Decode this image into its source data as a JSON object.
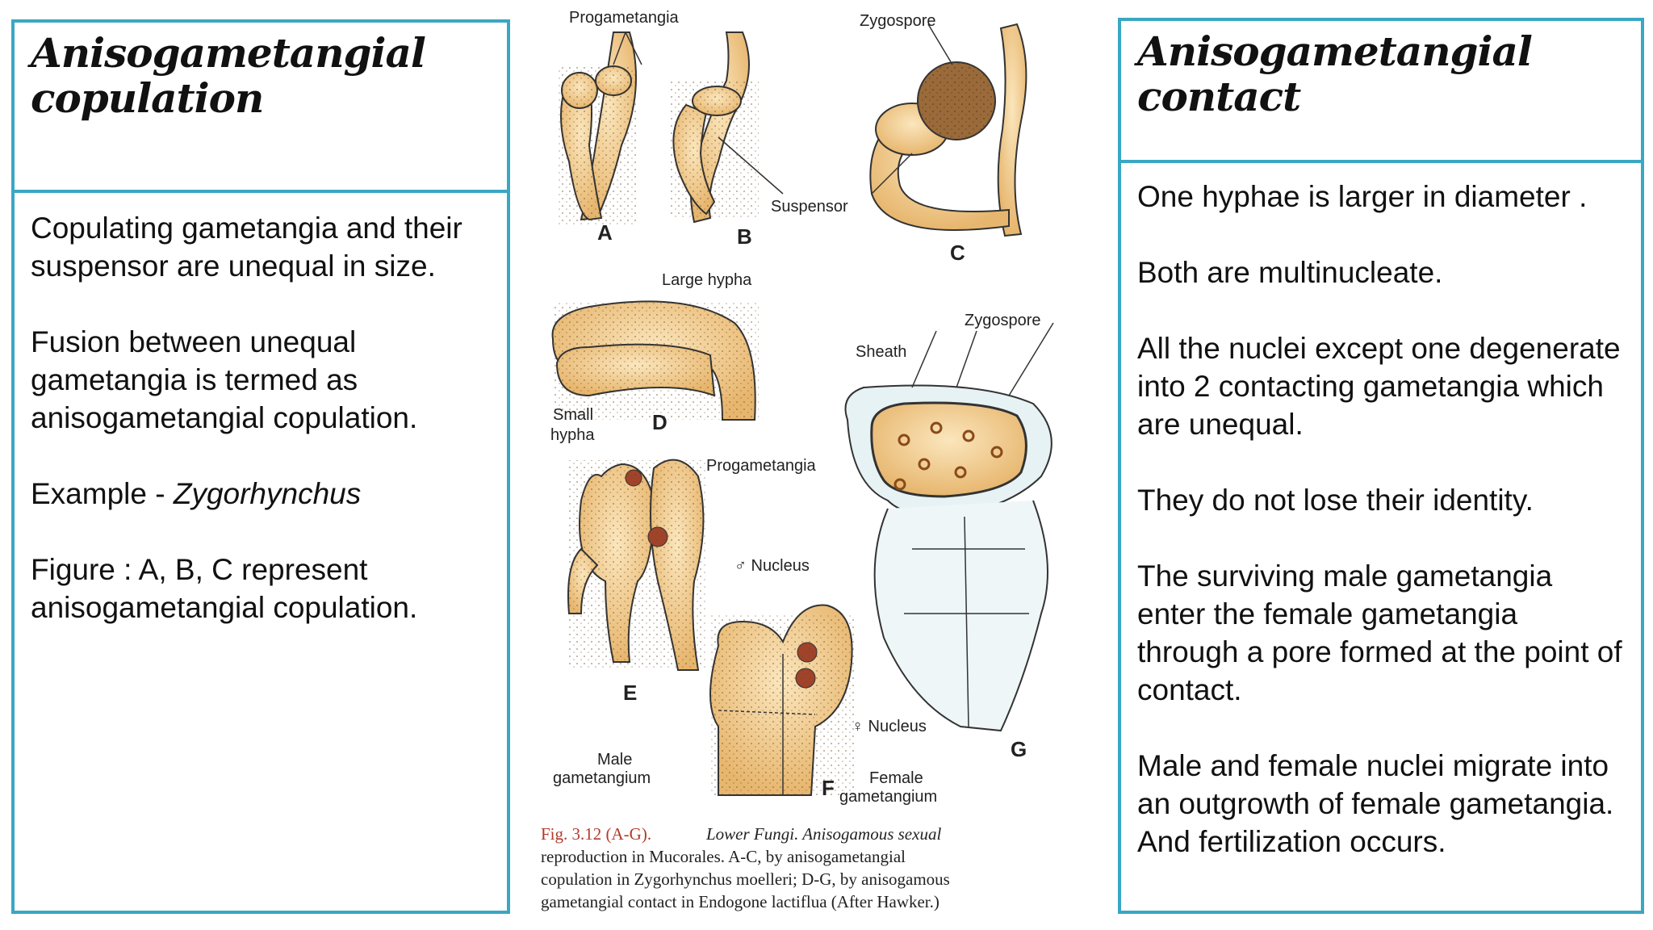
{
  "left": {
    "title": "Anisogametangial copulation",
    "paragraphs": [
      "Copulating gametangia and their suspensor are unequal in size.",
      "Fusion between unequal gametangia is termed as anisogametangial copulation."
    ],
    "example_prefix": "Example - ",
    "example_genus": "Zygorhynchus",
    "figure_note": "Figure :  A, B, C represent anisogametangial copulation."
  },
  "right": {
    "title": "Anisogametangial contact",
    "paragraphs": [
      "One hyphae is larger in diameter .",
      "Both are multinucleate.",
      "All the nuclei except one degenerate into 2 contacting gametangia which are unequal.",
      "They do not lose their identity.",
      "The surviving male gametangia enter the female gametangia through a pore formed at the point of contact.",
      "Male and female nuclei migrate into an outgrowth of female gametangia.",
      "And fertilization occurs."
    ]
  },
  "figure": {
    "labels": {
      "progametangia_top": "Progametangia",
      "zygospore_top": "Zygospore",
      "suspensor": "Suspensor",
      "a": "A",
      "b": "B",
      "c": "C",
      "large_hypha": "Large hypha",
      "zygospore_g": "Zygospore",
      "sheath": "Sheath",
      "small": "Small",
      "hypha": "hypha",
      "d": "D",
      "progametangia_e": "Progametangia",
      "male_nucleus": "♂ Nucleus",
      "e": "E",
      "female_nucleus": "♀ Nucleus",
      "g": "G",
      "male": "Male",
      "gametangium": "gametangium",
      "f": "F",
      "female": "Female",
      "gametangium_f": "gametangium"
    },
    "caption": {
      "fig": "Fig.  3.12  (A-G).",
      "line1_rest": "Lower Fungi. Anisogamous sexual",
      "line2": "reproduction in Mucorales. A-C, by anisogametangial",
      "line3": "copulation in Zygorhynchus moelleri; D-G, by anisogamous",
      "line4": "gametangial contact in Endogone lactiflua (After Hawker.)"
    }
  }
}
